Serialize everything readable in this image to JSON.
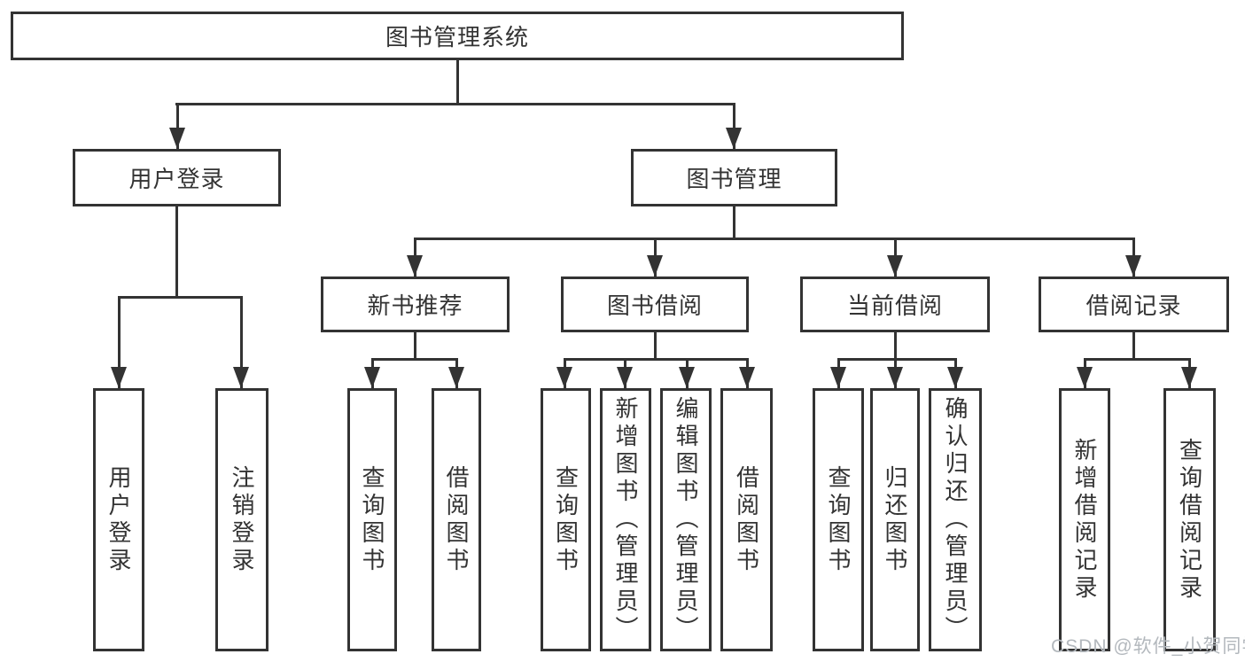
{
  "diagram": {
    "colors": {
      "line": "#333333",
      "text": "#333333",
      "background": "#ffffff",
      "watermark": "#b3b8bd"
    },
    "root": {
      "label": "图书管理系统"
    },
    "branches": [
      {
        "label": "用户登录",
        "children": [
          {
            "label": "用户登录"
          },
          {
            "label": "注销登录"
          }
        ]
      },
      {
        "label": "图书管理",
        "sections": [
          {
            "label": "新书推荐",
            "children": [
              {
                "label": "查询图书"
              },
              {
                "label": "借阅图书"
              }
            ]
          },
          {
            "label": "图书借阅",
            "children": [
              {
                "label": "查询图书"
              },
              {
                "label": "新增图书（管理员）"
              },
              {
                "label": "编辑图书（管理员）"
              },
              {
                "label": "借阅图书"
              }
            ]
          },
          {
            "label": "当前借阅",
            "children": [
              {
                "label": "查询图书"
              },
              {
                "label": "归还图书"
              },
              {
                "label": "确认归还（管理员）"
              }
            ]
          },
          {
            "label": "借阅记录",
            "children": [
              {
                "label": "新增借阅记录"
              },
              {
                "label": "查询借阅记录"
              }
            ]
          }
        ]
      }
    ],
    "watermark": "CSDN @软件_小贺同学"
  }
}
